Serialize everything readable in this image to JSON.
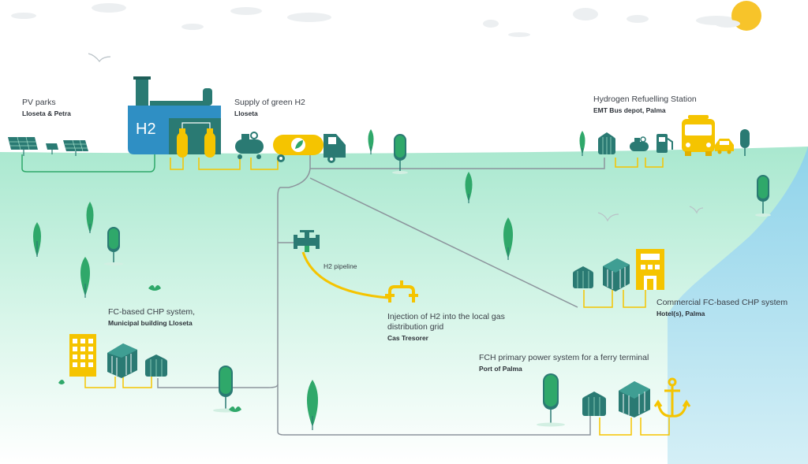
{
  "logo_text": "H2",
  "pv_parks": {
    "title": "PV parks",
    "subtitle": "Lloseta & Petra"
  },
  "green_h2": {
    "title": "Supply of green H2",
    "subtitle": "Lloseta"
  },
  "refuelling": {
    "title": "Hydrogen Refuelling Station",
    "subtitle": "EMT Bus depot, Palma"
  },
  "chp_municipal": {
    "title": "FC-based CHP system,",
    "subtitle": "Municipal building Lloseta"
  },
  "pipeline": {
    "label": "H2 pipeline"
  },
  "injection": {
    "line1": "Injection of H2 into the local gas",
    "line2": "distribution grid",
    "subtitle": "Cas Tresorer"
  },
  "chp_commercial": {
    "title": "Commercial FC-based CHP system",
    "subtitle": "Hotel(s), Palma"
  },
  "ferry": {
    "title": "FCH primary power system for a ferry terminal",
    "subtitle": "Port of Palma"
  },
  "colors": {
    "ground": "#b9ecd6",
    "sea": "#9fd8ec",
    "teal": "#2a7a73",
    "yellow": "#f5c400",
    "green": "#2fa86a",
    "line": "#8c949c"
  }
}
